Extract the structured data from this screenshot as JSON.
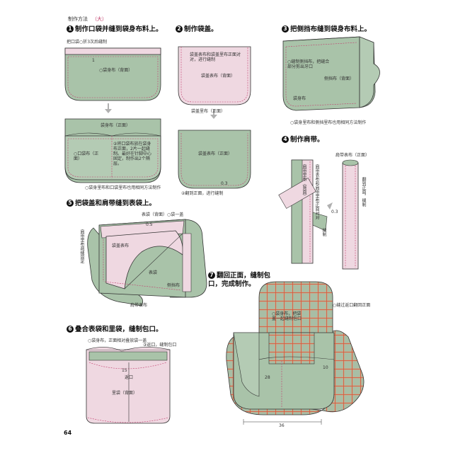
{
  "header": {
    "title": "制作方法",
    "size": "（大）"
  },
  "page_number": "64",
  "colors": {
    "green": "#a9c3a9",
    "pink": "#efd8e1",
    "dash": "#c23d6e",
    "outline": "#333333",
    "plaid_base": "#a8bea5",
    "plaid_line": "#d98e64"
  },
  "steps": [
    {
      "num": "1",
      "title": "制作口袋并缝到袋身布料上。"
    },
    {
      "num": "2",
      "title": "制作袋盖。"
    },
    {
      "num": "3",
      "title": "把侧挡布缝到袋身布料上。"
    },
    {
      "num": "4",
      "title": "制作肩带。"
    },
    {
      "num": "5",
      "title": "把袋盖和肩带缝到表袋上。"
    },
    {
      "num": "6",
      "title": "叠合表袋和里袋，缝制包口。"
    },
    {
      "num": "7",
      "title": "翻回正面，缝制包口，完成制作。"
    }
  ],
  "labels": {
    "s1a": "把口袋○折3次后缝制",
    "s1b": "1",
    "s1c": "○袋身布（背面）",
    "s1d": "袋身布（正面）",
    "s1e": "○口袋布（正面）",
    "s1f": "②将口袋布放在袋身布正面，2片一起缝制。最好在针脚中心固定，制作出2个隔层。",
    "s1g": "○袋身里布和口袋里布也用相同方法制作",
    "s2a": "袋盖表布和袋盖里布正面对对，进行缝制",
    "s2b": "袋盖表布（背面）",
    "s2c": "袋盖里布（正面）",
    "s2d": "袋盖表布（正面）",
    "s2e": "0.3",
    "s2f": "②翻到正面，进行缝制",
    "s3a": "○缝制侧挡布，把缝合部分剪出牙口",
    "s3b": "袋身布",
    "s3c": "侧挡布（背面）",
    "s3d": "○袋身里布和侧挡里布也用相同方法制作",
    "s4a": "肩带表布（正面）",
    "s4b": "肩带表布和肩带里布正面对对",
    "s4c": "肩带里布（背面）",
    "s4d": "0.3",
    "s4e": "缝制",
    "s4f": "翻到正面，缝制",
    "s5a": "表袋（背面）○袋一盖",
    "s5b": "0.5",
    "s5c": "袋盖表布",
    "s5d": "表袋",
    "s5e": "侧挡布",
    "s5f": "肩带表布",
    "s5g": "肩带里布疏缝固定",
    "s6a": "○袋身布，正面相对叠放袋一盖",
    "s6b": "③返口，缝制包口",
    "s6c": "15",
    "s6d": "返口",
    "s6e": "里袋（背面）",
    "s7a": "○袋身布，把袋盖一起缝制包口",
    "s7b": "○缝过返口翻回正面",
    "s7c": "28",
    "s7d": "10",
    "s7e": "36"
  }
}
